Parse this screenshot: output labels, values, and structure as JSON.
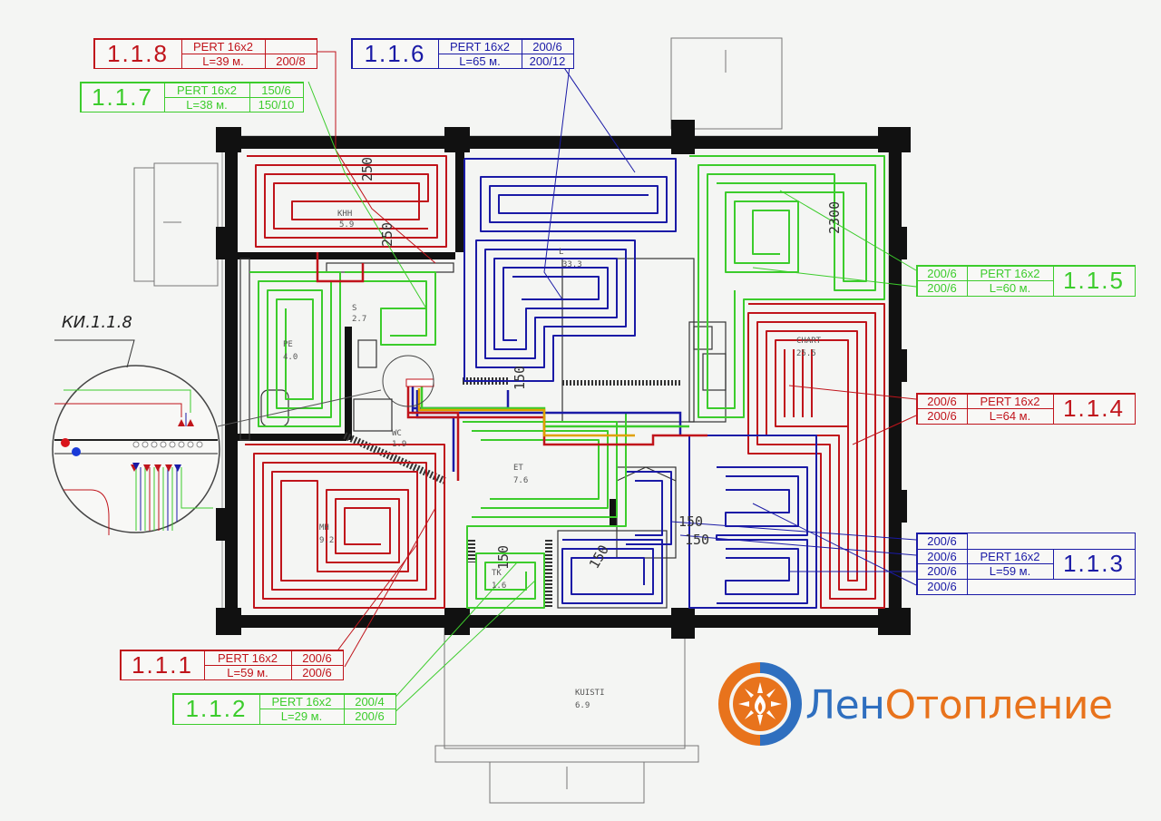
{
  "colors": {
    "red": "#c0141b",
    "green": "#3ccc2c",
    "blue": "#1a1aa6",
    "wall": "#111111",
    "logo_orange": "#e8731c",
    "logo_blue": "#2f6fbf"
  },
  "circuits": {
    "c118": {
      "code": "1.1.8",
      "pipe": "PERT 16x2",
      "length": "L=39 м.",
      "p1": "",
      "p2": "200/8"
    },
    "c117": {
      "code": "1.1.7",
      "pipe": "PERT 16x2",
      "length": "L=38 м.",
      "p1": "150/6",
      "p2": "150/10"
    },
    "c116": {
      "code": "1.1.6",
      "pipe": "PERT 16x2",
      "length": "L=65 м.",
      "p1": "200/6",
      "p2": "200/12"
    },
    "c115": {
      "code": "1.1.5",
      "pipe": "PERT 16x2",
      "length": "L=60 м.",
      "p1": "200/6",
      "p2": "200/6"
    },
    "c114": {
      "code": "1.1.4",
      "pipe": "PERT 16x2",
      "length": "L=64 м.",
      "p1": "200/6",
      "p2": "200/6"
    },
    "c113": {
      "code": "1.1.3",
      "pipe": "PERT 16x2",
      "length": "L=59 м.",
      "p1": "200/6",
      "p2": "200/6",
      "p3": "200/6",
      "p4": "200/6"
    },
    "c111": {
      "code": "1.1.1",
      "pipe": "PERT 16x2",
      "length": "L=59 м.",
      "p1": "200/6",
      "p2": "200/6"
    },
    "c112": {
      "code": "1.1.2",
      "pipe": "PERT 16x2",
      "length": "L=29 м.",
      "p1": "200/4",
      "p2": "200/6"
    }
  },
  "detail_label": "КИ.1.1.8",
  "rooms": {
    "khh": "KHH",
    "khh_area": "5.9",
    "s": "S",
    "s_area": "2.7",
    "pe": "PE",
    "pe_area": "4.0",
    "l": "L",
    "l_area": "33.3",
    "wc": "WC",
    "wc_area": "1.9",
    "chart": "CHART",
    "chart_area": "25.5",
    "et": "ET",
    "et_area": "7.6",
    "mh": "MH",
    "mh_area": "9.2",
    "tk": "TK",
    "tk_area": "1.6",
    "kuisti": "KUISTI",
    "kuisti_area": "6.9"
  },
  "dimensions": {
    "d250a": "250",
    "d250b": "250",
    "d2300": "2300",
    "d150a": "150",
    "d150b": "150",
    "d150c": "150",
    "d150d": "150",
    "d150e": "150"
  },
  "logo": {
    "part1": "Лен",
    "part2": "Отопление"
  }
}
